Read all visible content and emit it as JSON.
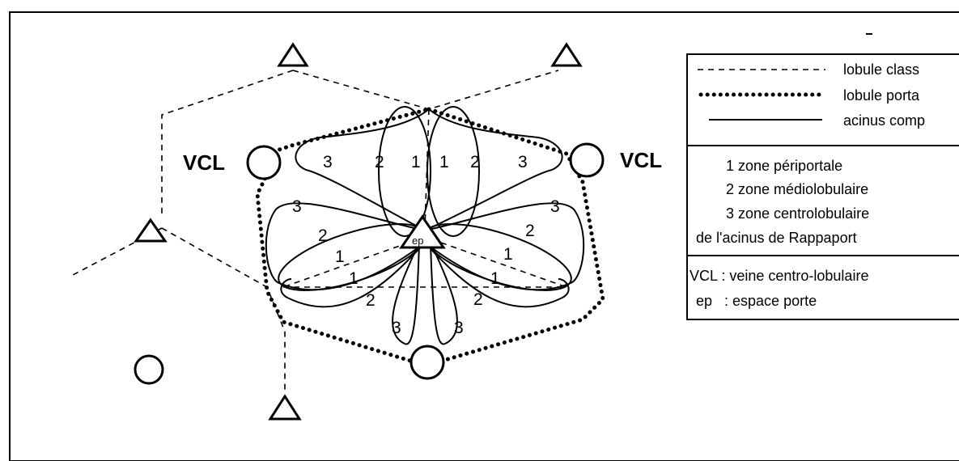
{
  "labels": {
    "vcl_left": "VCL",
    "vcl_right": "VCL",
    "ep": "ep"
  },
  "zones": {
    "top_left_3": "3",
    "top_2a": "2",
    "top_1a": "1",
    "top_1b": "1",
    "top_2b": "2",
    "top_right_3": "3",
    "left_3": "3",
    "left_2": "2",
    "left_1a": "1",
    "left_1b": "1",
    "left_2b": "2",
    "left_3b": "3",
    "right_3": "3",
    "right_2": "2",
    "right_1a": "1",
    "right_1b": "1",
    "right_2b": "2",
    "right_3b": "3"
  },
  "legend": {
    "line_types": [
      {
        "style": "dashed",
        "text": "lobule class"
      },
      {
        "style": "dotted",
        "text": "lobule porta"
      },
      {
        "style": "solid",
        "text": "acinus comp"
      }
    ],
    "zones": [
      "1  zone périportale",
      "2  zone médiolobulaire",
      "3  zone centrolobulaire",
      "de l'acinus de Rappaport"
    ],
    "abbreviations": [
      "VCL : veine centro-lobulaire",
      "ep   : espace porte"
    ]
  }
}
